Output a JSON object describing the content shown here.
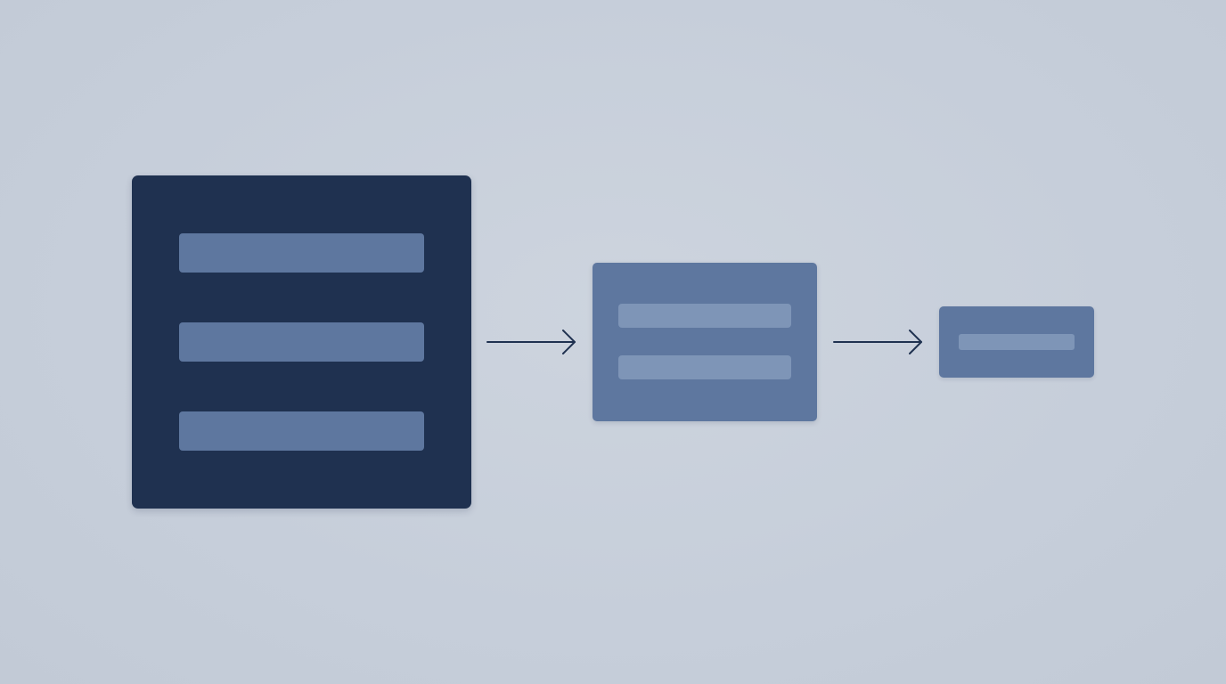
{
  "diagram": {
    "colors": {
      "background": "#c8d0db",
      "large_box": "#1f3150",
      "large_box_bars": "#5e779f",
      "medium_box": "#5e779f",
      "medium_box_bars": "#7e95b7",
      "small_box": "#5e779f",
      "small_box_bars": "#7e95b7",
      "arrow": "#1f3150"
    },
    "nodes": [
      {
        "name": "large-box",
        "bar_count": 3
      },
      {
        "name": "medium-box",
        "bar_count": 2
      },
      {
        "name": "small-box",
        "bar_count": 1
      }
    ],
    "edges": [
      {
        "from": "large-box",
        "to": "medium-box",
        "icon": "arrow-right-icon"
      },
      {
        "from": "medium-box",
        "to": "small-box",
        "icon": "arrow-right-icon"
      }
    ]
  }
}
